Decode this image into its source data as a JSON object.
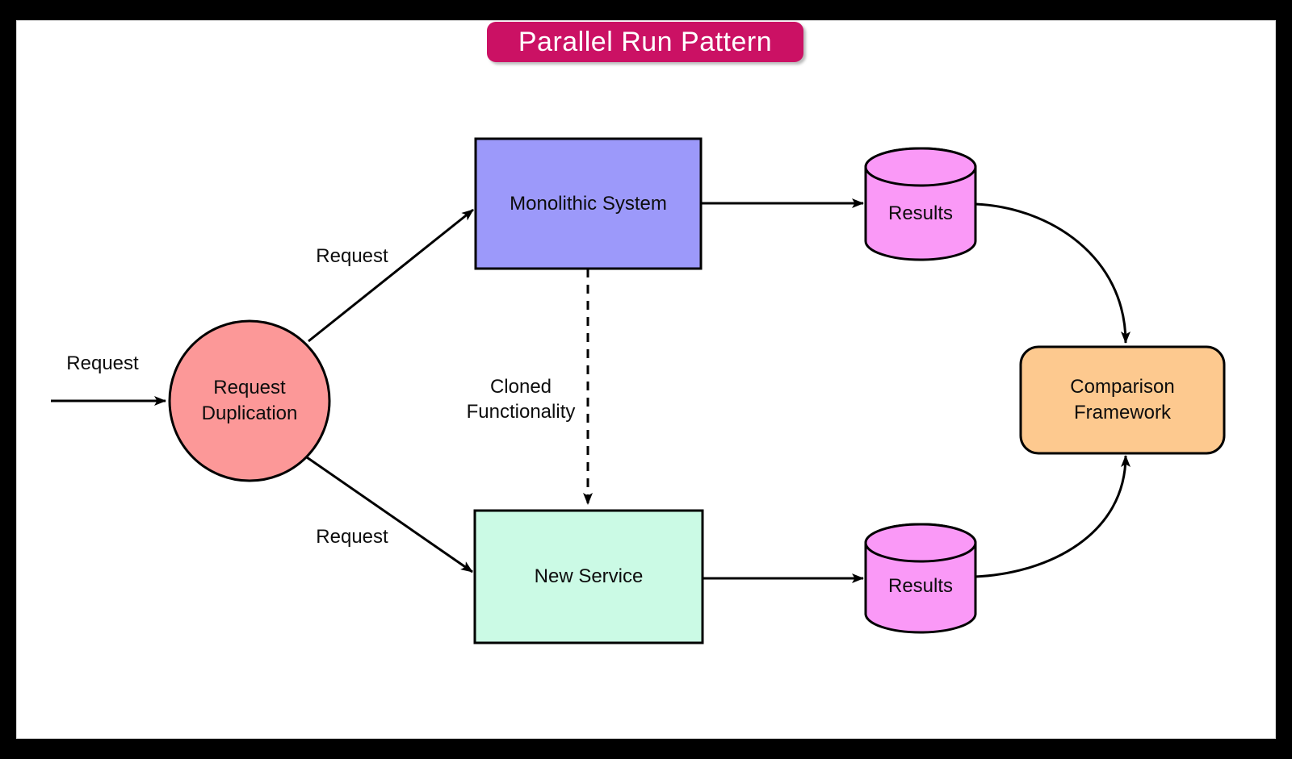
{
  "title": {
    "text": "Parallel Run Pattern",
    "bg": "#CB1164",
    "text_color": "#FFFFFF"
  },
  "nodes": {
    "request_duplication": {
      "shape": "circle",
      "line1": "Request",
      "line2": "Duplication",
      "fill": "#FC9898",
      "border": "#000000"
    },
    "monolithic_system": {
      "shape": "rectangle",
      "label": "Monolithic System",
      "fill": "#9C99FA",
      "border": "#000000"
    },
    "new_service": {
      "shape": "rectangle",
      "label": "New Service",
      "fill": "#CBFAE5",
      "border": "#000000"
    },
    "results_top": {
      "shape": "cylinder",
      "label": "Results",
      "fill": "#FA99F7",
      "border": "#000000"
    },
    "results_bottom": {
      "shape": "cylinder",
      "label": "Results",
      "fill": "#FA99F7",
      "border": "#000000"
    },
    "comparison_framework": {
      "shape": "rounded-rectangle",
      "line1": "Comparison",
      "line2": "Framework",
      "fill": "#FDC98F",
      "border": "#000000"
    }
  },
  "edges": {
    "incoming_request": {
      "label": "Request",
      "from": "external",
      "to": "request_duplication",
      "style": "solid"
    },
    "request_to_monolith": {
      "label": "Request",
      "from": "request_duplication",
      "to": "monolithic_system",
      "style": "solid"
    },
    "request_to_new_service": {
      "label": "Request",
      "from": "request_duplication",
      "to": "new_service",
      "style": "solid"
    },
    "cloned_functionality": {
      "line1": "Cloned",
      "line2": "Functionality",
      "from": "monolithic_system",
      "to": "new_service",
      "style": "dashed"
    },
    "monolith_to_results": {
      "from": "monolithic_system",
      "to": "results_top",
      "style": "solid"
    },
    "new_service_to_results": {
      "from": "new_service",
      "to": "results_bottom",
      "style": "solid"
    },
    "results_top_to_comparison": {
      "from": "results_top",
      "to": "comparison_framework",
      "style": "solid-curved"
    },
    "results_bottom_to_comparison": {
      "from": "results_bottom",
      "to": "comparison_framework",
      "style": "solid-curved"
    }
  },
  "colors": {
    "frame": "#000000",
    "canvas": "#FFFFFF",
    "line": "#000000"
  }
}
